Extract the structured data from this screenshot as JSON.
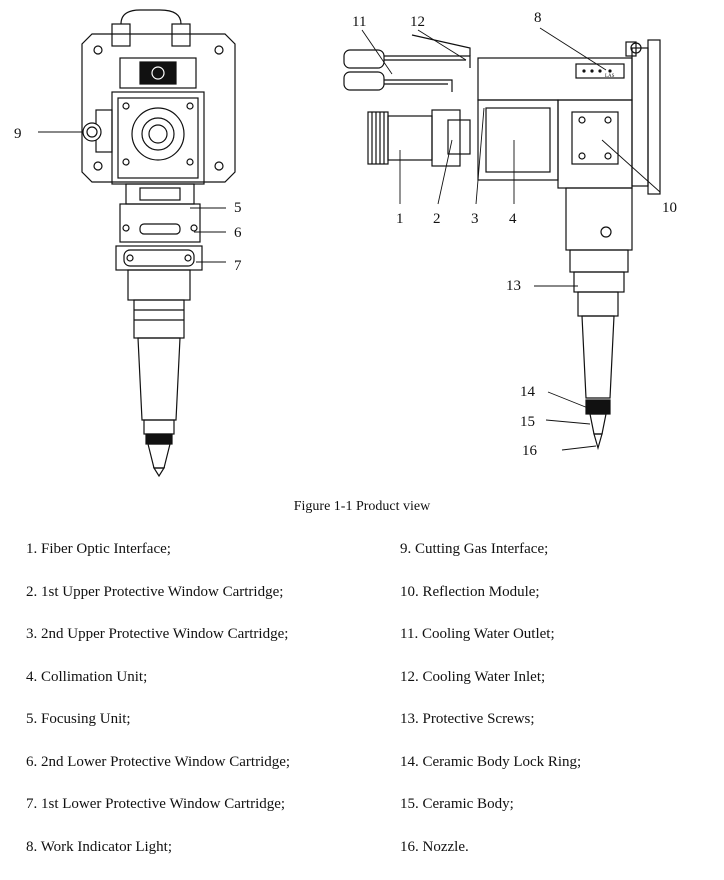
{
  "figure": {
    "caption": "Figure 1-1  Product view",
    "callouts": {
      "c1": "1",
      "c2": "2",
      "c3": "3",
      "c4": "4",
      "c5": "5",
      "c6": "6",
      "c7": "7",
      "c8": "8",
      "c9": "9",
      "c10": "10",
      "c11": "11",
      "c12": "12",
      "c13": "13",
      "c14": "14",
      "c15": "15",
      "c16": "16"
    },
    "indicator_leds": [
      "",
      "",
      "",
      "LAS"
    ]
  },
  "legend": {
    "left": [
      "1. Fiber Optic Interface;",
      "2. 1st Upper Protective Window Cartridge;",
      "3. 2nd Upper Protective Window Cartridge;",
      "4. Collimation Unit;",
      "5. Focusing Unit;",
      "6. 2nd Lower Protective Window Cartridge;",
      "7. 1st Lower Protective Window Cartridge;",
      "8. Work Indicator Light;"
    ],
    "right": [
      "9. Cutting Gas Interface;",
      "10. Reflection Module;",
      "11. Cooling Water Outlet;",
      "12. Cooling Water Inlet;",
      "13. Protective Screws;",
      "14. Ceramic Body Lock Ring;",
      "15. Ceramic Body;",
      "16. Nozzle."
    ]
  }
}
